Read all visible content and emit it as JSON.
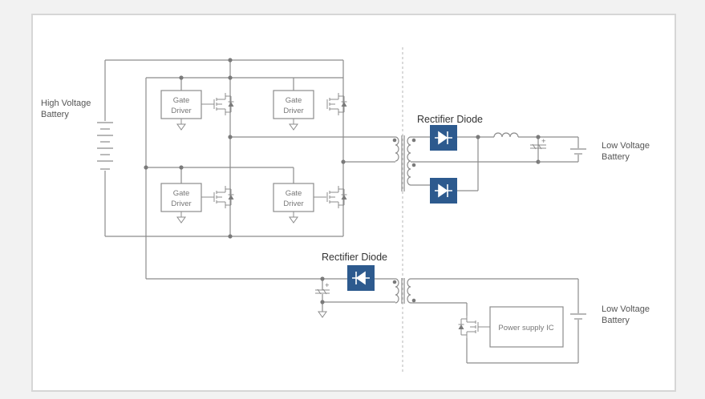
{
  "labels": {
    "high_voltage_battery": [
      "High Voltage",
      "Battery"
    ],
    "low_voltage_battery_1": [
      "Low Voltage",
      "Battery"
    ],
    "low_voltage_battery_2": [
      "Low Voltage",
      "Battery"
    ],
    "rectifier_diode_1": "Rectifier Diode",
    "rectifier_diode_2": "Rectifier Diode",
    "gate_driver": [
      "Gate",
      "Driver"
    ],
    "power_supply_ic": "Power supply IC"
  },
  "colors": {
    "highlight": "#2d5a8e",
    "wire": "#8c8c8c",
    "background": "#f2f2f2"
  }
}
